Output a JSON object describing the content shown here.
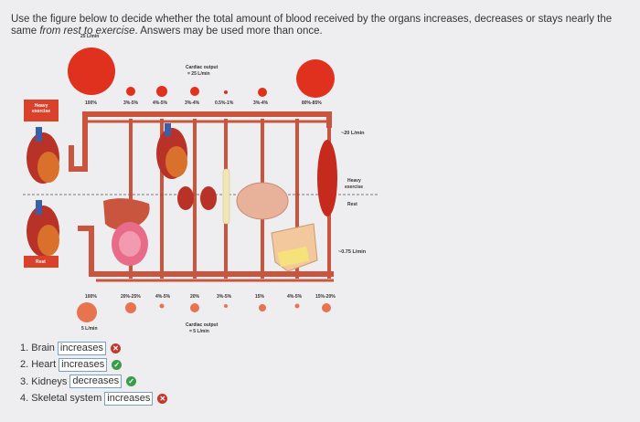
{
  "question": {
    "part1": "Use the figure below to decide whether the total amount of blood received by the organs increases, decreases or stays nearly the same ",
    "italic": "from rest to exercise",
    "part2": ". Answers may be used more than once."
  },
  "figure": {
    "top_flow": "25 L/min",
    "cardiac_exercise_1": "Cardiac output",
    "cardiac_exercise_2": "= 25 L/min",
    "exercise_pcts": [
      "100%",
      "3%-5%",
      "4%-5%",
      "3%-4%",
      "0.5%-1%",
      "3%-4%",
      "80%-85%"
    ],
    "heavy_exercise_tag": "Heavy exercise",
    "rest_tag": "Rest",
    "flow_20": "~20 L/min",
    "heavy_side_1": "Heavy",
    "heavy_side_2": "exercise",
    "rest_side": "Rest",
    "flow_075": "~0.75 L/min",
    "rest_pcts": [
      "100%",
      "20%-25%",
      "4%-5%",
      "20%",
      "3%-5%",
      "15%",
      "4%-5%",
      "15%-20%"
    ],
    "bottom_flow": "5 L/min",
    "cardiac_rest_1": "Cardiac output",
    "cardiac_rest_2": "= 5 L/min",
    "colors": {
      "blood": "#e0301e",
      "rest_blood": "#e8734f",
      "vessel": "#c9553e"
    }
  },
  "answers": [
    {
      "label": "1. Brain",
      "value": "increases",
      "status": "incorrect"
    },
    {
      "label": "2. Heart",
      "value": "increases",
      "status": "correct"
    },
    {
      "label": "3. Kidneys",
      "value": "decreases",
      "status": "correct"
    },
    {
      "label": "4. Skeletal system",
      "value": "increases",
      "status": "incorrect"
    }
  ]
}
